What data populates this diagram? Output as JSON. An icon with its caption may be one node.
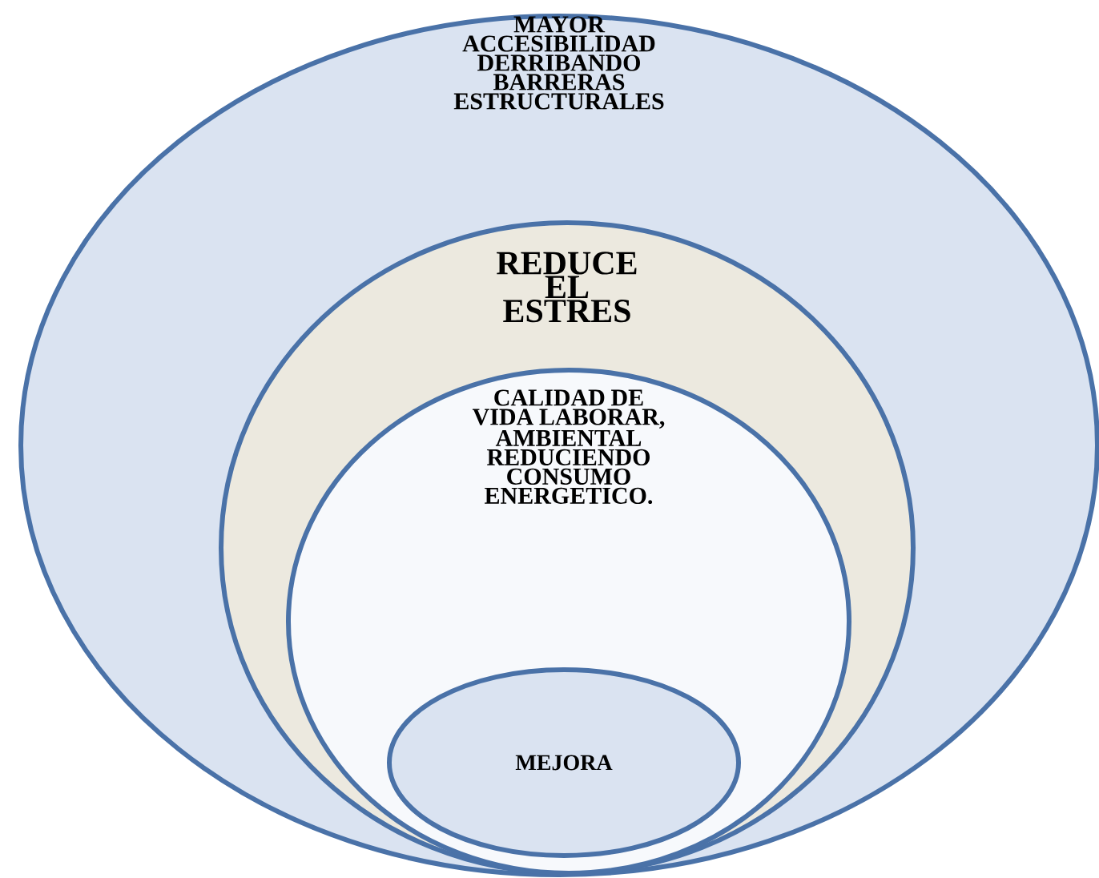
{
  "diagram": {
    "nodes": [
      {
        "text": [
          "MAYOR ACCESIBILIDAD DERRIBANDO BARRERAS ESTRUCTURALES"
        ]
      },
      {
        "text": [
          "REDUCE EL ESTRES"
        ],
        "in": 0
      },
      {
        "text": [
          "CALIDAD DE VIDA LABORAR, AMBIENTAL REDUCIENDO CONSUMO ENERGETICO."
        ],
        "in": 1
      },
      {
        "text": [
          "MEJORA"
        ],
        "in": 2
      }
    ]
  }
}
